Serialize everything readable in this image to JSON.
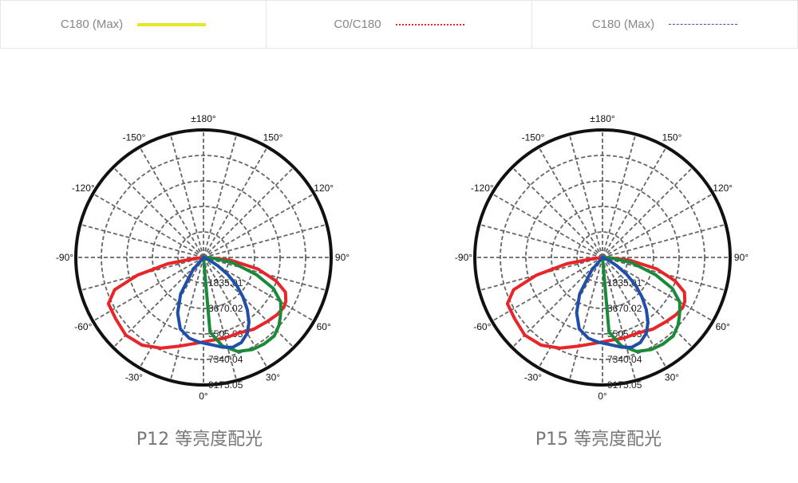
{
  "legend": [
    {
      "label": "C180 (Max)",
      "color": "#e6e628",
      "style": "solid"
    },
    {
      "label": "C0/C180",
      "color": "#e8262a",
      "style": "dotted"
    },
    {
      "label": "C180 (Max)",
      "color": "#6a3fa0",
      "style": "dashdot"
    }
  ],
  "chart_data": [
    {
      "type": "polar",
      "title": "P12 等亮度配光",
      "angle_labels": [
        "±180°",
        "150°",
        "120°",
        "90°",
        "60°",
        "30°",
        "0°",
        "-30°",
        "-60°",
        "-90°",
        "-120°",
        "-150°"
      ],
      "radial_ticks": [
        "1835.01",
        "3670.02",
        "5505.03",
        "7340.04",
        "9175.05"
      ],
      "rmax": 9175.05,
      "grid": true,
      "series": [
        {
          "color": "#e8262a",
          "points": [
            [
              -84,
              500
            ],
            [
              -80,
              2600
            ],
            [
              -75,
              4900
            ],
            [
              -70,
              6800
            ],
            [
              -64,
              7600
            ],
            [
              -55,
              7700
            ],
            [
              -45,
              7900
            ],
            [
              -35,
              7700
            ],
            [
              -25,
              7200
            ],
            [
              -15,
              6600
            ],
            [
              -5,
              6200
            ],
            [
              5,
              6000
            ],
            [
              15,
              6000
            ],
            [
              25,
              6000
            ],
            [
              35,
              6300
            ],
            [
              45,
              6500
            ],
            [
              52,
              6700
            ],
            [
              58,
              6800
            ],
            [
              62,
              6700
            ],
            [
              67,
              6400
            ],
            [
              72,
              5500
            ],
            [
              78,
              4000
            ],
            [
              84,
              2000
            ],
            [
              88,
              500
            ]
          ]
        },
        {
          "color": "#1a8a3a",
          "points": [
            [
              0,
              0
            ],
            [
              5,
              5400
            ],
            [
              12,
              6500
            ],
            [
              20,
              7200
            ],
            [
              28,
              7500
            ],
            [
              35,
              7600
            ],
            [
              42,
              7600
            ],
            [
              48,
              7300
            ],
            [
              52,
              7000
            ],
            [
              56,
              6700
            ],
            [
              60,
              6400
            ],
            [
              66,
              5500
            ],
            [
              72,
              4000
            ],
            [
              80,
              2100
            ],
            [
              88,
              500
            ]
          ]
        },
        {
          "color": "#1f4fa8",
          "points": [
            [
              -50,
              0
            ],
            [
              -40,
              1200
            ],
            [
              -32,
              3100
            ],
            [
              -25,
              4400
            ],
            [
              -18,
              5400
            ],
            [
              -10,
              5900
            ],
            [
              -3,
              6100
            ],
            [
              5,
              6300
            ],
            [
              12,
              6600
            ],
            [
              18,
              6800
            ],
            [
              24,
              6700
            ],
            [
              30,
              6300
            ],
            [
              35,
              5700
            ],
            [
              40,
              4900
            ],
            [
              45,
              4000
            ],
            [
              50,
              3100
            ],
            [
              55,
              2100
            ],
            [
              60,
              1200
            ],
            [
              65,
              500
            ],
            [
              70,
              0
            ]
          ]
        }
      ]
    },
    {
      "type": "polar",
      "title": "P15 等亮度配光",
      "angle_labels": [
        "±180°",
        "150°",
        "120°",
        "90°",
        "60°",
        "30°",
        "0°",
        "-30°",
        "-60°",
        "-90°",
        "-120°",
        "-150°"
      ],
      "radial_ticks": [
        "1835.01",
        "3670.02",
        "5505.03",
        "7340.04",
        "9175.05"
      ],
      "rmax": 9175.05,
      "grid": true,
      "series": [
        {
          "color": "#e8262a",
          "points": [
            [
              -84,
              500
            ],
            [
              -80,
              2600
            ],
            [
              -75,
              4900
            ],
            [
              -70,
              6800
            ],
            [
              -64,
              7600
            ],
            [
              -55,
              7700
            ],
            [
              -45,
              7900
            ],
            [
              -35,
              7700
            ],
            [
              -25,
              7200
            ],
            [
              -15,
              6600
            ],
            [
              -5,
              6200
            ],
            [
              5,
              6000
            ],
            [
              15,
              6000
            ],
            [
              25,
              6000
            ],
            [
              35,
              6300
            ],
            [
              45,
              6500
            ],
            [
              52,
              6700
            ],
            [
              58,
              6800
            ],
            [
              62,
              6700
            ],
            [
              67,
              6400
            ],
            [
              72,
              5500
            ],
            [
              78,
              4000
            ],
            [
              84,
              2000
            ],
            [
              88,
              500
            ]
          ]
        },
        {
          "color": "#1a8a3a",
          "points": [
            [
              0,
              0
            ],
            [
              5,
              5400
            ],
            [
              12,
              6500
            ],
            [
              20,
              7200
            ],
            [
              28,
              7500
            ],
            [
              35,
              7600
            ],
            [
              42,
              7600
            ],
            [
              48,
              7300
            ],
            [
              52,
              7000
            ],
            [
              56,
              6700
            ],
            [
              60,
              6400
            ],
            [
              66,
              5500
            ],
            [
              72,
              4000
            ],
            [
              80,
              2100
            ],
            [
              88,
              500
            ]
          ]
        },
        {
          "color": "#1f4fa8",
          "points": [
            [
              -50,
              0
            ],
            [
              -40,
              1200
            ],
            [
              -32,
              3100
            ],
            [
              -25,
              4400
            ],
            [
              -18,
              5400
            ],
            [
              -10,
              5900
            ],
            [
              -3,
              6100
            ],
            [
              5,
              6300
            ],
            [
              12,
              6600
            ],
            [
              18,
              6800
            ],
            [
              24,
              6700
            ],
            [
              30,
              6300
            ],
            [
              35,
              5700
            ],
            [
              40,
              4900
            ],
            [
              45,
              4000
            ],
            [
              50,
              3100
            ],
            [
              55,
              2100
            ],
            [
              60,
              1200
            ],
            [
              65,
              500
            ],
            [
              70,
              0
            ]
          ]
        }
      ]
    }
  ]
}
